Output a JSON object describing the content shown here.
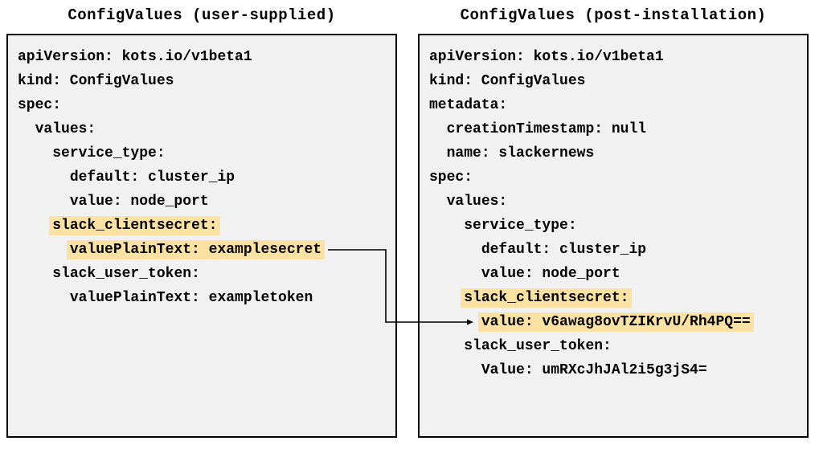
{
  "colors": {
    "highlight": "#fbe2a2",
    "panel_bg": "#f1f1f1",
    "border": "#000000",
    "arrow": "#000000"
  },
  "left_panel": {
    "title": "ConfigValues (user-supplied)",
    "lines": [
      {
        "text": "apiVersion: kots.io/v1beta1",
        "highlight": false
      },
      {
        "text": "kind: ConfigValues",
        "highlight": false
      },
      {
        "text": "spec:",
        "highlight": false
      },
      {
        "text": "  values:",
        "highlight": false
      },
      {
        "text": "    service_type:",
        "highlight": false
      },
      {
        "text": "      default: cluster_ip",
        "highlight": false
      },
      {
        "text": "      value: node_port",
        "highlight": false
      },
      {
        "text": "    slack_clientsecret:",
        "highlight": true
      },
      {
        "text": "      valuePlainText: examplesecret",
        "highlight": true
      },
      {
        "text": "    slack_user_token:",
        "highlight": false
      },
      {
        "text": "      valuePlainText: exampletoken",
        "highlight": false
      }
    ]
  },
  "right_panel": {
    "title": "ConfigValues (post-installation)",
    "lines": [
      {
        "text": "apiVersion: kots.io/v1beta1",
        "highlight": false
      },
      {
        "text": "kind: ConfigValues",
        "highlight": false
      },
      {
        "text": "metadata:",
        "highlight": false
      },
      {
        "text": "  creationTimestamp: null",
        "highlight": false
      },
      {
        "text": "  name: slackernews",
        "highlight": false
      },
      {
        "text": "spec:",
        "highlight": false
      },
      {
        "text": "  values:",
        "highlight": false
      },
      {
        "text": "    service_type:",
        "highlight": false
      },
      {
        "text": "      default: cluster_ip",
        "highlight": false
      },
      {
        "text": "      value: node_port",
        "highlight": false
      },
      {
        "text": "    slack_clientsecret:",
        "highlight": true
      },
      {
        "text": "      value: v6awag8ovTZIKrvU/Rh4PQ==",
        "highlight": true
      },
      {
        "text": "    slack_user_token:",
        "highlight": false
      },
      {
        "text": "      Value: umRXcJhJAl2i5g3jS4=",
        "highlight": false
      }
    ]
  }
}
